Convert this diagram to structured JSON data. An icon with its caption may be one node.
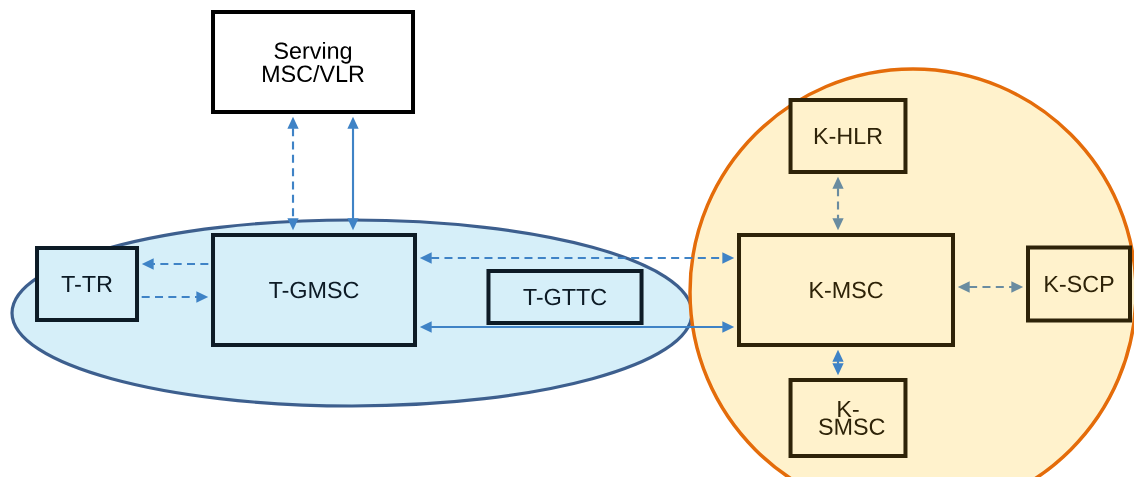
{
  "diagram": {
    "nodes": [
      {
        "text": [
          "Serving MSC/VLR"
        ]
      },
      {
        "text": [],
        "shape": "ellipse"
      },
      {
        "text": [
          "T-TR"
        ],
        "in": 1
      },
      {
        "text": [
          "T-GMSC"
        ],
        "in": 1
      },
      {
        "text": [
          "T-GTTC"
        ],
        "in": 1
      },
      {
        "text": [],
        "shape": "circle"
      },
      {
        "text": [
          "K-HLR"
        ],
        "in": 5
      },
      {
        "text": [
          "K-MSC"
        ],
        "in": 5
      },
      {
        "text": [
          "K-SCP"
        ],
        "in": 5
      },
      {
        "text": [
          "K- SMSC"
        ],
        "in": 5
      }
    ],
    "edges": [
      {
        "from": 0,
        "to": 3,
        "arrow": "both",
        "style": "dashed"
      },
      {
        "from": 0,
        "to": 3,
        "arrow": "both"
      },
      {
        "from": 3,
        "to": 2,
        "arrow": "to",
        "style": "dashed"
      },
      {
        "from": 2,
        "to": 3,
        "arrow": "to",
        "style": "dashed"
      },
      {
        "from": 3,
        "to": 7,
        "arrow": "both",
        "style": "dashed"
      },
      {
        "from": 3,
        "to": 7,
        "arrow": "both"
      },
      {
        "from": 6,
        "to": 7,
        "arrow": "both",
        "style": "dashed",
        "color": "#6a8ca0"
      },
      {
        "from": 7,
        "to": 8,
        "arrow": "both",
        "style": "dashed",
        "color": "#6a8ca0"
      },
      {
        "from": 7,
        "to": 9,
        "arrow": "both",
        "style": "dashed"
      }
    ]
  }
}
